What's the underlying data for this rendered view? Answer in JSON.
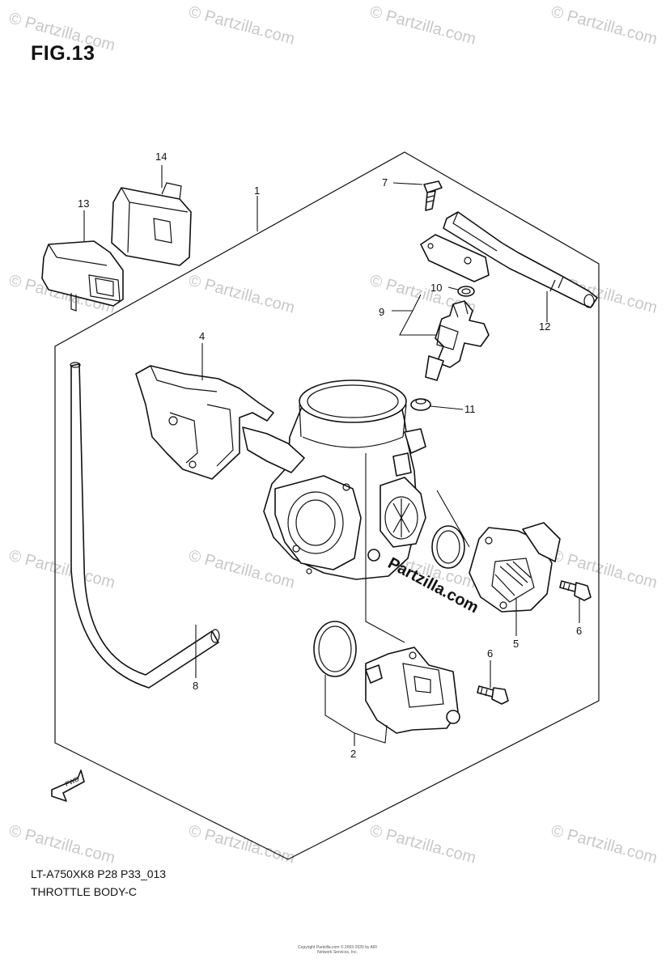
{
  "figure": {
    "title": "FIG.13",
    "model_code": "LT-A750XK8 P28 P33_013",
    "section_name": "THROTTLE BODY-C"
  },
  "watermark": {
    "text": "© Partzilla.com",
    "center_text": "Partzilla.com"
  },
  "copyright_note": "Copyright\nPartzilla.com © 2003-2020 by ARI Network Services, Inc.",
  "fwd_marker": "FWD",
  "callouts": [
    "1",
    "2",
    "4",
    "5",
    "6",
    "6",
    "7",
    "8",
    "9",
    "10",
    "11",
    "12",
    "13",
    "14"
  ]
}
